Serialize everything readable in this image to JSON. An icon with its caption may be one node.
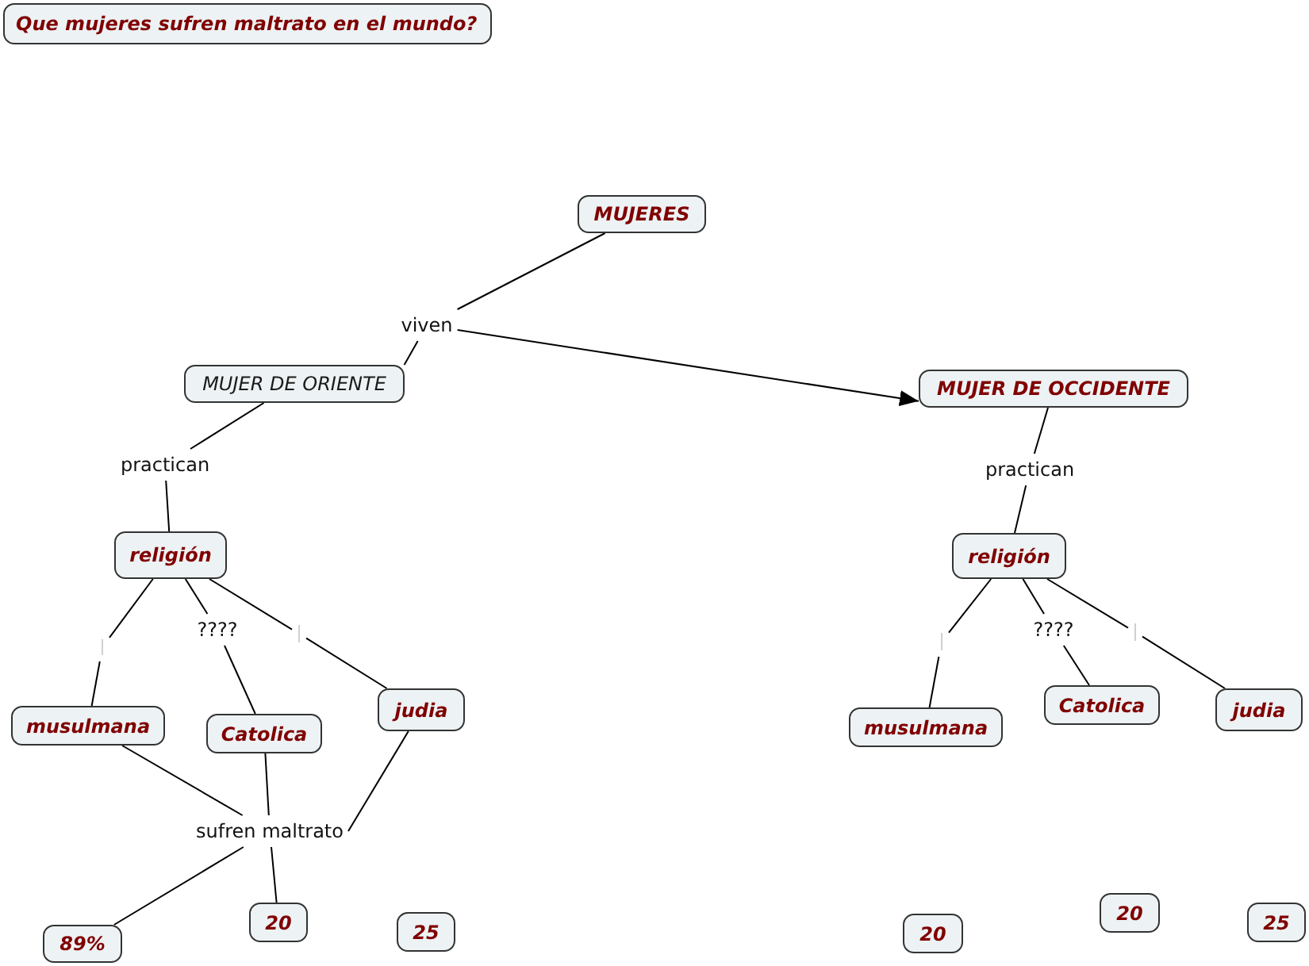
{
  "diagram": {
    "title": "Que mujeres sufren maltrato en el mundo?",
    "nodes": [
      {
        "text": [
          "MUJERES"
        ]
      },
      {
        "text": [
          "viven"
        ]
      },
      {
        "text": [
          "MUJER DE ORIENTE"
        ]
      },
      {
        "text": [
          "MUJER DE OCCIDENTE"
        ]
      },
      {
        "text": [
          "practican"
        ]
      },
      {
        "text": [
          "practican"
        ]
      },
      {
        "text": [
          "religión"
        ]
      },
      {
        "text": [
          "religión"
        ]
      },
      {
        "text": [],
        "shape": "bar"
      },
      {
        "text": [
          "????"
        ]
      },
      {
        "text": [],
        "shape": "bar"
      },
      {
        "text": [],
        "shape": "bar"
      },
      {
        "text": [
          "????"
        ]
      },
      {
        "text": [],
        "shape": "bar"
      },
      {
        "text": [
          "musulmana"
        ]
      },
      {
        "text": [
          "Catolica"
        ]
      },
      {
        "text": [
          "judia"
        ]
      },
      {
        "text": [
          "musulmana"
        ]
      },
      {
        "text": [
          "Catolica"
        ]
      },
      {
        "text": [
          "judia"
        ]
      },
      {
        "text": [
          "sufren maltrato"
        ]
      },
      {
        "text": [
          "89%"
        ]
      },
      {
        "text": [
          "20"
        ]
      },
      {
        "text": [
          "25"
        ]
      },
      {
        "text": [
          "20"
        ]
      },
      {
        "text": [
          "20"
        ]
      },
      {
        "text": [
          "25"
        ]
      }
    ],
    "edges": [
      {
        "from": 0,
        "to": 1,
        "arrow": "none"
      },
      {
        "from": 1,
        "to": 2,
        "arrow": "none"
      },
      {
        "from": 1,
        "to": 3,
        "arrow": "to"
      },
      {
        "from": 2,
        "to": 4,
        "arrow": "none"
      },
      {
        "from": 4,
        "to": 6,
        "arrow": "none"
      },
      {
        "from": 3,
        "to": 5,
        "arrow": "none"
      },
      {
        "from": 5,
        "to": 7,
        "arrow": "none"
      },
      {
        "from": 6,
        "to": 8,
        "arrow": "none"
      },
      {
        "from": 8,
        "to": 14,
        "arrow": "none"
      },
      {
        "from": 6,
        "to": 9,
        "arrow": "none"
      },
      {
        "from": 9,
        "to": 15,
        "arrow": "none"
      },
      {
        "from": 6,
        "to": 10,
        "arrow": "none"
      },
      {
        "from": 10,
        "to": 16,
        "arrow": "none"
      },
      {
        "from": 7,
        "to": 11,
        "arrow": "none"
      },
      {
        "from": 11,
        "to": 17,
        "arrow": "none"
      },
      {
        "from": 7,
        "to": 12,
        "arrow": "none"
      },
      {
        "from": 12,
        "to": 18,
        "arrow": "none"
      },
      {
        "from": 7,
        "to": 13,
        "arrow": "none"
      },
      {
        "from": 13,
        "to": 19,
        "arrow": "none"
      },
      {
        "from": 14,
        "to": 20,
        "arrow": "none"
      },
      {
        "from": 15,
        "to": 20,
        "arrow": "none"
      },
      {
        "from": 16,
        "to": 20,
        "arrow": "none"
      },
      {
        "from": 20,
        "to": 21,
        "arrow": "none"
      },
      {
        "from": 20,
        "to": 22,
        "arrow": "none"
      }
    ]
  }
}
